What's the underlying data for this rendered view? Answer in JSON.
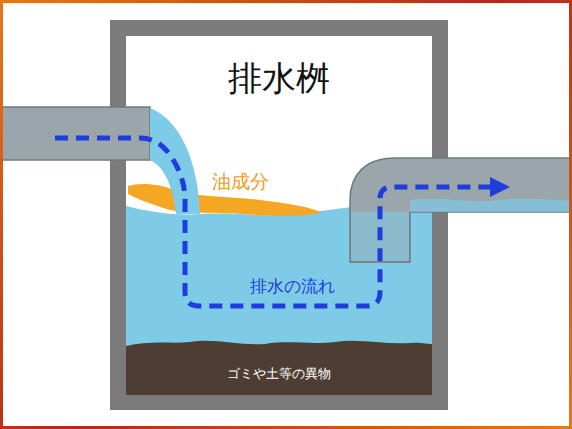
{
  "diagram": {
    "title": "排水桝",
    "nodes": [
      {
        "text": [
          "ゴミや土等の異物"
        ]
      }
    ],
    "labels": [
      "油成分",
      "排水の流れ"
    ]
  }
}
